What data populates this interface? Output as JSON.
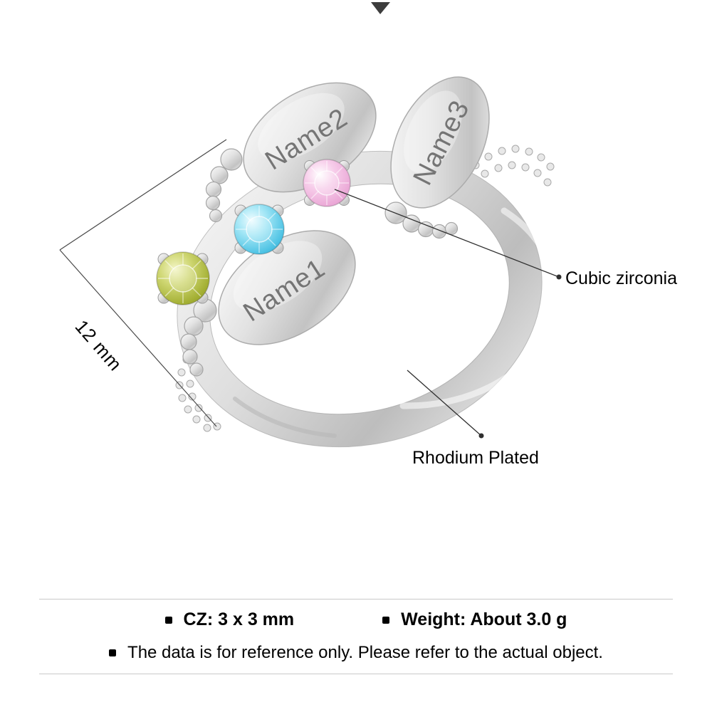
{
  "ring": {
    "engravings": [
      "Name1",
      "Name2",
      "Name3"
    ],
    "colors": {
      "metal": "#d9d9d9",
      "gem_olive": "#a9b23c",
      "gem_blue": "#55c6e8",
      "gem_pink": "#efb5db"
    }
  },
  "annotations": {
    "size": "12 mm",
    "stone": "Cubic zirconia",
    "plating": "Rhodium Plated"
  },
  "specs": {
    "cz": "CZ: 3 x 3 mm",
    "weight": "Weight: About 3.0 g",
    "disclaimer": "The data is for reference only. Please refer to the actual object."
  }
}
